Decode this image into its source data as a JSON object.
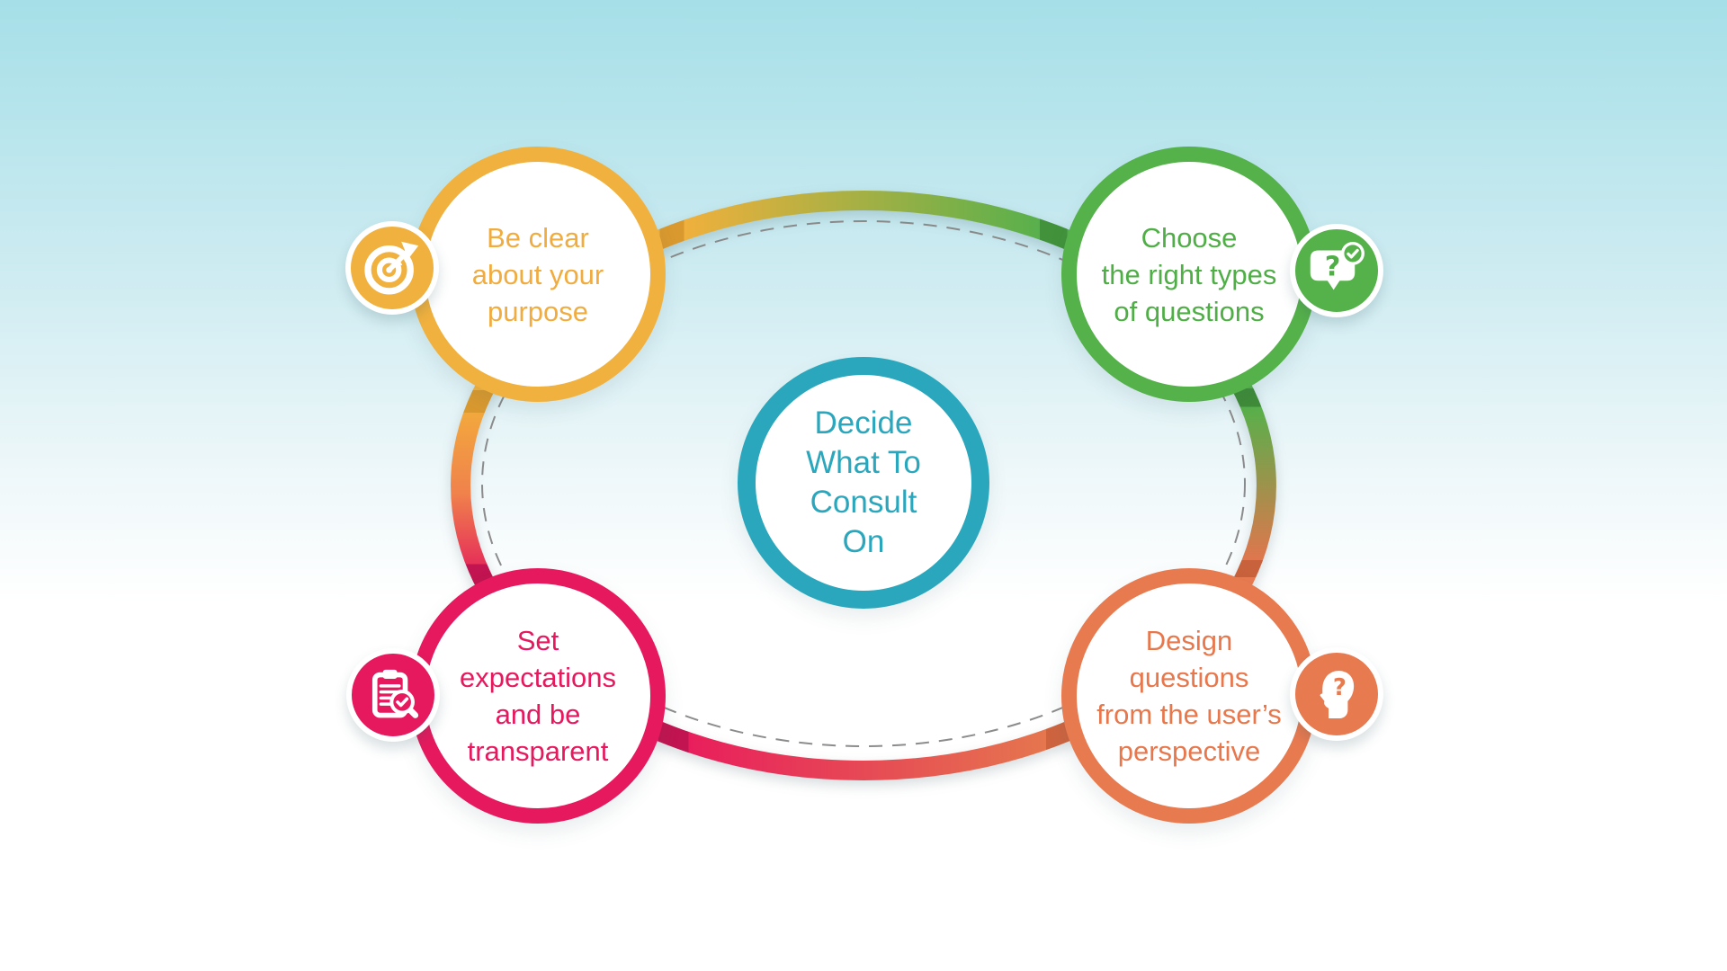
{
  "background": {
    "gradient_top": "#A6DFE8",
    "gradient_bottom": "#FFFFFF"
  },
  "center_node": {
    "label": "Decide What To Consult On",
    "lines": [
      "Decide",
      "What To",
      "Consult",
      "On"
    ],
    "color": "#2AA7BC"
  },
  "nodes": [
    {
      "position": "top-left",
      "label": "Be clear about your purpose",
      "lines": [
        "Be clear",
        "about your",
        "purpose"
      ],
      "color": "#F1B13E",
      "icon": "target-arrow-icon"
    },
    {
      "position": "top-right",
      "label": "Choose the right types of questions",
      "lines": [
        "Choose",
        "the right types",
        "of questions"
      ],
      "color": "#55B14A",
      "icon": "question-bubble-check-icon"
    },
    {
      "position": "bottom-left",
      "label": "Set expectations and be transparent",
      "lines": [
        "Set",
        "expectations",
        "and be",
        "transparent"
      ],
      "color": "#E6195E",
      "icon": "clipboard-magnifier-check-icon"
    },
    {
      "position": "bottom-right",
      "label": "Design questions from the user’s perspective",
      "lines": [
        "Design",
        "questions",
        "from the user’s",
        "perspective"
      ],
      "color": "#E87A50",
      "icon": "head-question-icon"
    }
  ],
  "band": {
    "colors": {
      "yellow": "#F2B240",
      "green": "#55B14B",
      "orange": "#E87A50",
      "pink": "#E6195E"
    },
    "dashed_guide_color": "#8C8C8C"
  },
  "icons": {
    "bubble_question_mark": "?",
    "head_question_mark": "?"
  }
}
